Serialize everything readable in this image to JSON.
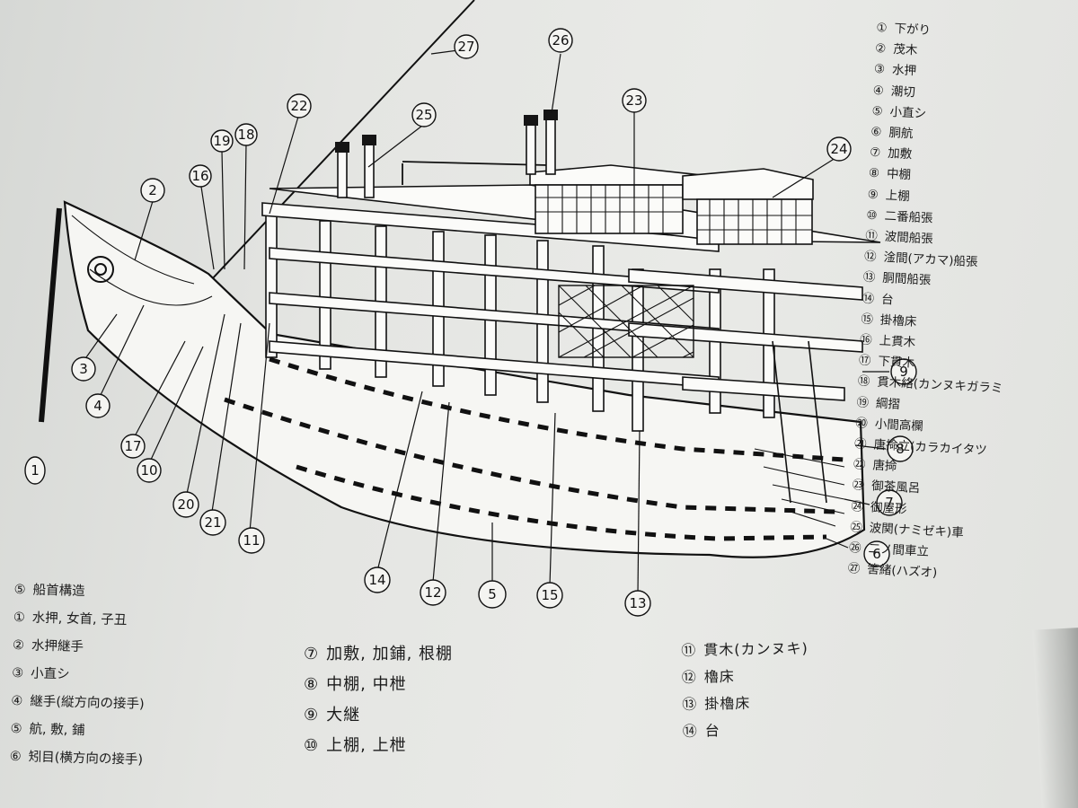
{
  "legend_right": [
    {
      "num": "①",
      "text": "下がり"
    },
    {
      "num": "②",
      "text": "茂木"
    },
    {
      "num": "③",
      "text": "水押"
    },
    {
      "num": "④",
      "text": "潮切"
    },
    {
      "num": "⑤",
      "text": "小直シ"
    },
    {
      "num": "⑥",
      "text": "胴航"
    },
    {
      "num": "⑦",
      "text": "加敷"
    },
    {
      "num": "⑧",
      "text": "中棚"
    },
    {
      "num": "⑨",
      "text": "上棚"
    },
    {
      "num": "⑩",
      "text": "二番船張"
    },
    {
      "num": "⑪",
      "text": "波間船張"
    },
    {
      "num": "⑫",
      "text": "淦間(アカマ)船張"
    },
    {
      "num": "⑬",
      "text": "胴間船張"
    },
    {
      "num": "⑭",
      "text": "台"
    },
    {
      "num": "⑮",
      "text": "掛櫓床"
    },
    {
      "num": "⑯",
      "text": "上貫木"
    },
    {
      "num": "⑰",
      "text": "下貫木"
    },
    {
      "num": "⑱",
      "text": "貫木絡(カンヌキガラミ"
    },
    {
      "num": "⑲",
      "text": "綱摺"
    },
    {
      "num": "⑳",
      "text": "小間高欄"
    },
    {
      "num": "㉑",
      "text": "唐掵立(カラカイタツ"
    },
    {
      "num": "㉒",
      "text": "唐掵"
    },
    {
      "num": "㉓",
      "text": "御茶風呂"
    },
    {
      "num": "㉔",
      "text": "御屋形"
    },
    {
      "num": "㉕",
      "text": "波関(ナミゼキ)車"
    },
    {
      "num": "㉖",
      "text": "二ノ間車立"
    },
    {
      "num": "㉗",
      "text": "筈緒(ハズオ)"
    }
  ],
  "legend_left": [
    {
      "num": "⑤",
      "text": "船首構造"
    },
    {
      "num": "①",
      "text": "水押, 女首, 子丑"
    },
    {
      "num": "②",
      "text": "水押継手"
    },
    {
      "num": "③",
      "text": "小直シ"
    },
    {
      "num": "④",
      "text": "継手(縦方向の接手)"
    },
    {
      "num": "⑤",
      "text": "航, 敷, 鋪"
    },
    {
      "num": "⑥",
      "text": "矧目(横方向の接手)"
    }
  ],
  "legend_bottom_a": [
    {
      "num": "⑦",
      "text": "加敷, 加鋪, 根棚"
    },
    {
      "num": "⑧",
      "text": "中棚, 中枻"
    },
    {
      "num": "⑨",
      "text": "大継"
    },
    {
      "num": "⑩",
      "text": "上棚, 上枻"
    }
  ],
  "legend_bottom_b": [
    {
      "num": "⑪",
      "text": "貫木(カンヌキ)"
    },
    {
      "num": "⑫",
      "text": "櫓床"
    },
    {
      "num": "⑬",
      "text": "掛櫓床"
    },
    {
      "num": "⑭",
      "text": "台"
    }
  ],
  "callouts": [
    {
      "label": "1",
      "name": "shita-gari"
    },
    {
      "label": "2",
      "name": "mogi"
    },
    {
      "label": "3",
      "name": "misaki"
    },
    {
      "label": "4",
      "name": "shiokiri"
    },
    {
      "label": "5",
      "name": "konaoshi"
    },
    {
      "label": "6",
      "name": "dou-kawara"
    },
    {
      "label": "7",
      "name": "kashiki"
    },
    {
      "label": "8",
      "name": "nakadana"
    },
    {
      "label": "9",
      "name": "uwadana"
    },
    {
      "label": "10",
      "name": "niban-funabari"
    },
    {
      "label": "11",
      "name": "namima-funabari"
    },
    {
      "label": "12",
      "name": "akama-funabari"
    },
    {
      "label": "13",
      "name": "douma-funabari"
    },
    {
      "label": "14",
      "name": "dai"
    },
    {
      "label": "15",
      "name": "kakerodoko"
    },
    {
      "label": "16",
      "name": "uwa-kannuki"
    },
    {
      "label": "17",
      "name": "shita-kannuki"
    },
    {
      "label": "18",
      "name": "kannuki-garami"
    },
    {
      "label": "19",
      "name": "tsunazuri"
    },
    {
      "label": "20",
      "name": "koma-kouran"
    },
    {
      "label": "21",
      "name": "karakai-tatsu"
    },
    {
      "label": "22",
      "name": "karakai"
    },
    {
      "label": "23",
      "name": "ochaburo"
    },
    {
      "label": "24",
      "name": "oyakata"
    },
    {
      "label": "25",
      "name": "namizeki"
    },
    {
      "label": "26",
      "name": "ninoma-kurumatate"
    },
    {
      "label": "27",
      "name": "hazuo"
    }
  ],
  "colors": {
    "paper": "#e6e7e4",
    "ink": "#111111"
  }
}
